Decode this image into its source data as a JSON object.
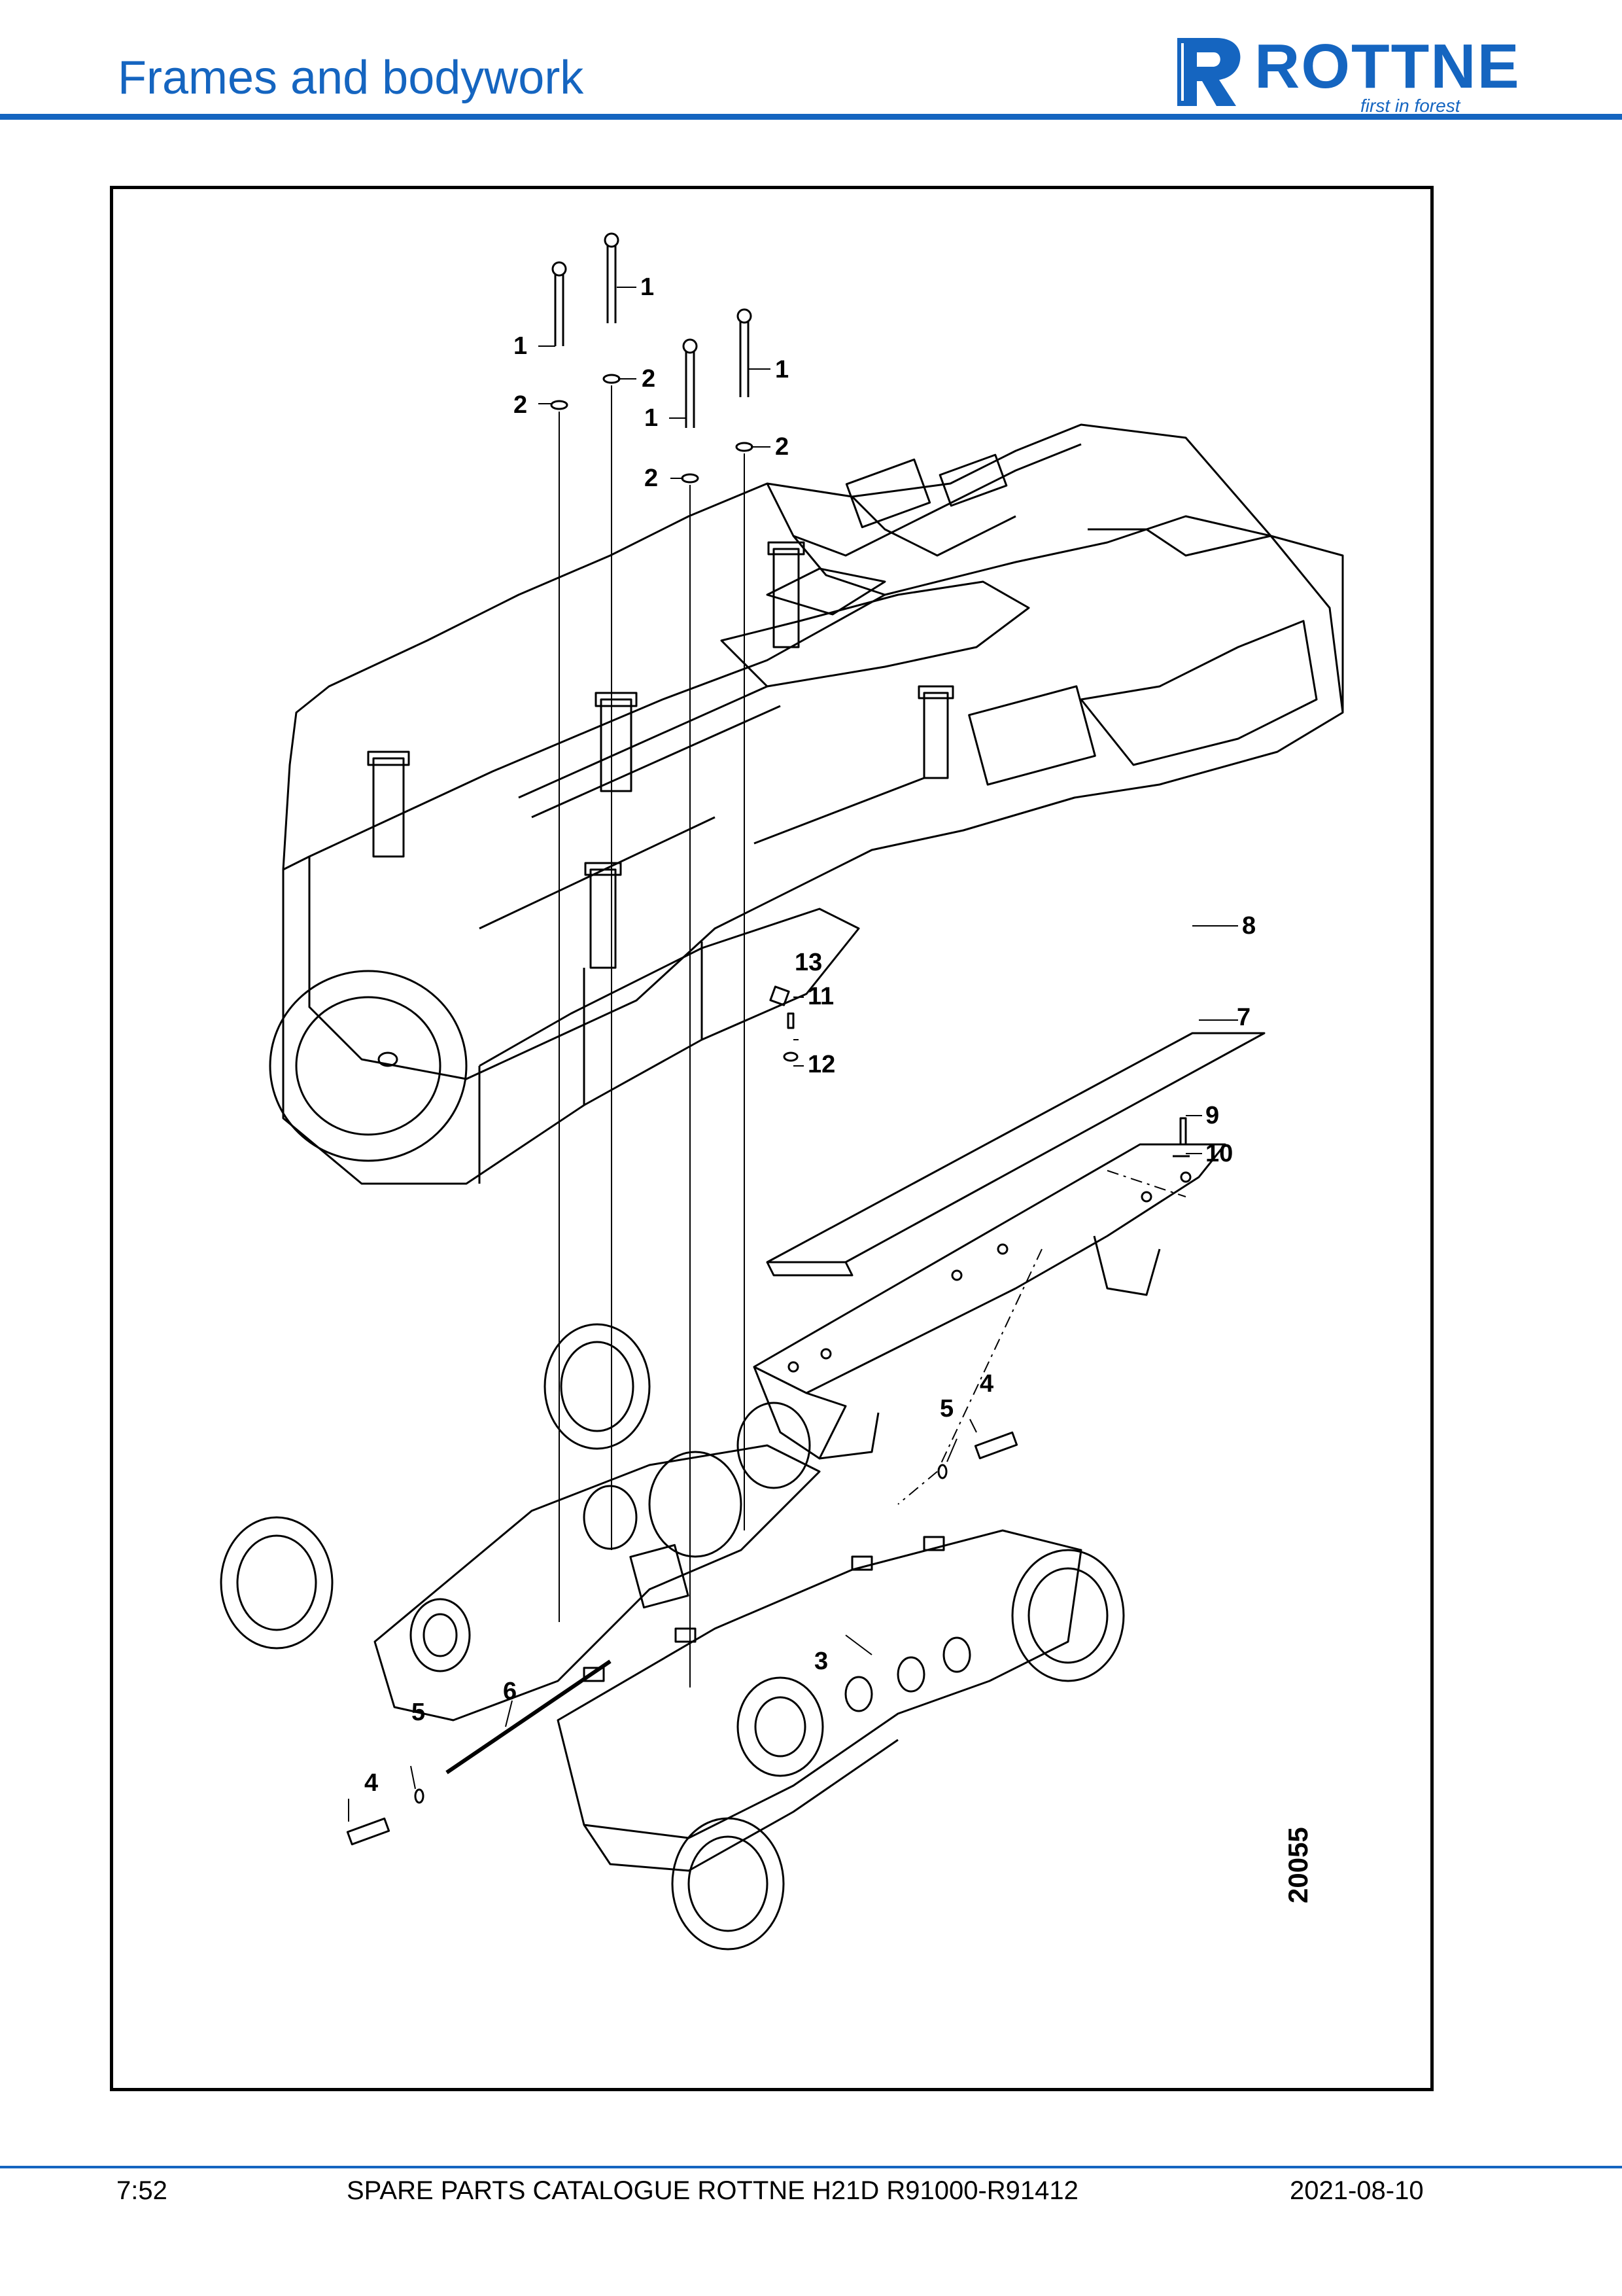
{
  "header": {
    "title": "Frames and bodywork",
    "logo": {
      "word": "ROTTNE",
      "tagline": "first in forest",
      "color": "#1565c0"
    }
  },
  "figure": {
    "figure_number": "20055",
    "callouts": [
      "1",
      "1",
      "1",
      "1",
      "2",
      "2",
      "2",
      "2",
      "3",
      "4",
      "4",
      "5",
      "5",
      "6",
      "7",
      "8",
      "9",
      "10",
      "11",
      "12",
      "13"
    ]
  },
  "footer": {
    "page": "7:52",
    "catalogue": "SPARE PARTS CATALOGUE ROTTNE H21D R91000-R91412",
    "date": "2021-08-10"
  },
  "colors": {
    "accent": "#1565c0",
    "line": "#000000"
  }
}
